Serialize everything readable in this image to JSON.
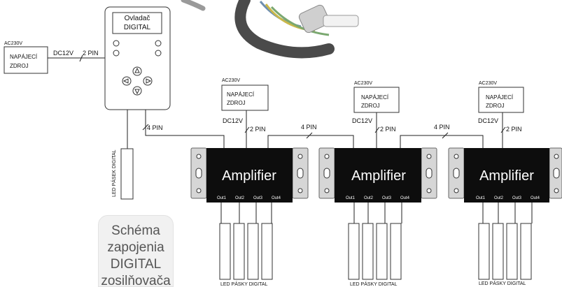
{
  "controller": {
    "title_line1": "Ovladač",
    "title_line2": "DIGITAL"
  },
  "power_label": "AC230V",
  "psu_line1": "NAPÁJECÍ",
  "psu_line2": "ZDROJ",
  "dc_label": "DC12V",
  "pin2_label": "2 PIN",
  "pin4_label": "4 PIN",
  "amplifier_label": "Amplifier",
  "outputs": [
    "Out1",
    "Out2",
    "Out3",
    "Out4"
  ],
  "controller_strip_label": "LED PÁSEK DIGITAL",
  "amp_strips_label": "LED PÁSKY DIGITAL",
  "caption_lines": [
    "Schéma",
    "zapojenia",
    "DIGITAL",
    "zosilňovača"
  ],
  "colors": {
    "amp_body": "#0d0d0d",
    "amp_ear": "#d6d6d6",
    "caption_bg": "#f1f1f1"
  }
}
